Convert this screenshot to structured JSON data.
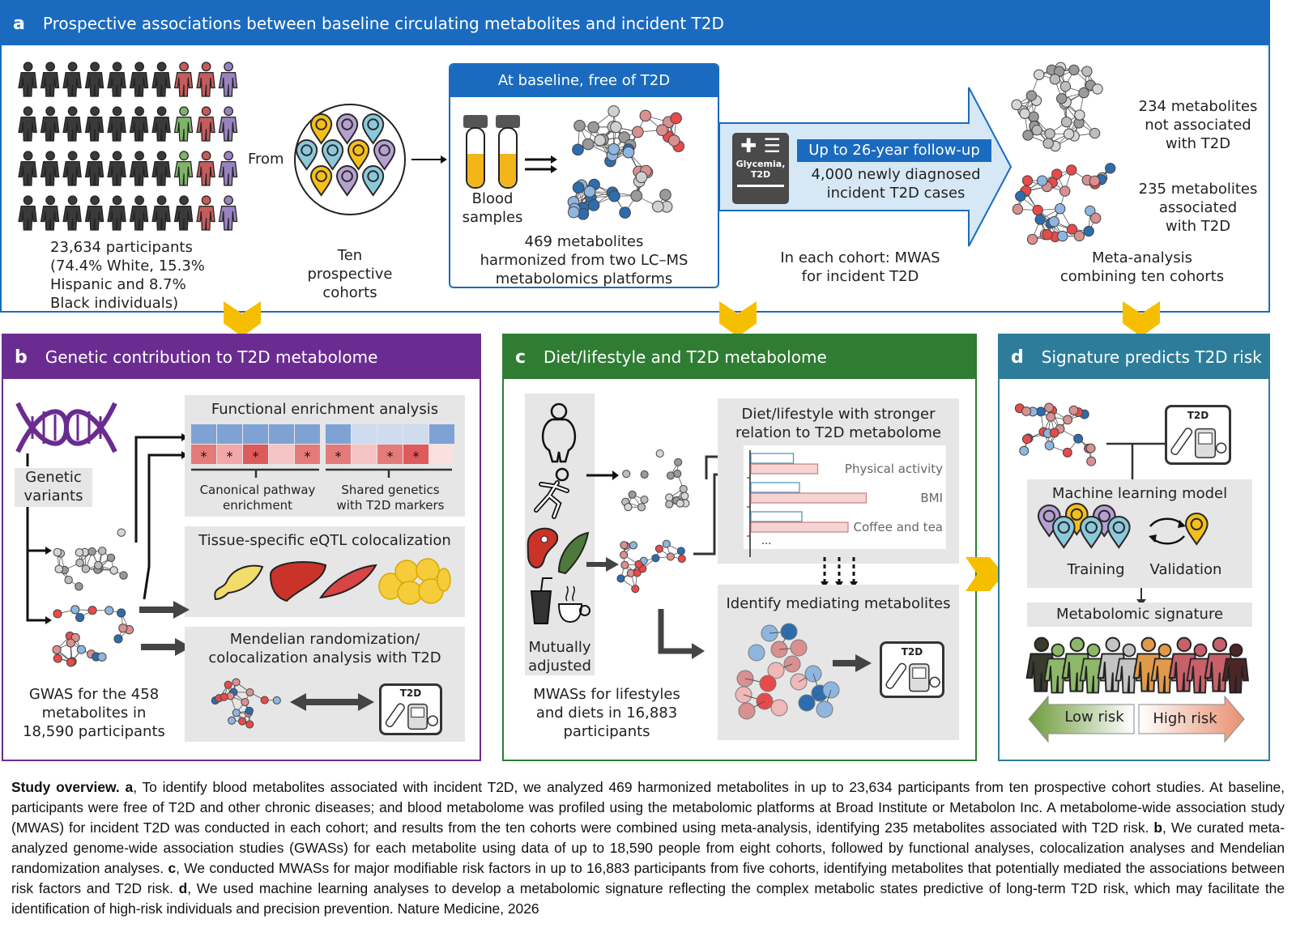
{
  "panel_a": {
    "letter": "a",
    "title": "Prospective associations between baseline circulating metabolites and incident T2D",
    "color": "#1a6bbf",
    "participants": [
      "23,634 participants",
      "(74.4% White, 15.3%",
      "Hispanic and 8.7%",
      "Black individuals)"
    ],
    "from_label": "From",
    "cohorts_label": [
      "Ten prospective",
      "cohorts"
    ],
    "baseline_title": "At baseline, free of T2D",
    "blood_label": [
      "Blood",
      "samples"
    ],
    "metabolites_label": [
      "469 metabolites",
      "harmonized from two LC–MS",
      "metabolomics platforms"
    ],
    "glycemia_label": [
      "Glycemia,",
      "T2D"
    ],
    "followup_title": "Up to 26-year follow-up",
    "followup_cases": [
      "4,000 newly diagnosed",
      "incident T2D cases"
    ],
    "mwas_label": [
      "In each cohort: MWAS",
      "for incident T2D"
    ],
    "not_assoc": [
      "234 metabolites",
      "not associated",
      "with T2D"
    ],
    "assoc": [
      "235 metabolites",
      "associated",
      "with T2D"
    ],
    "meta_label": [
      "Meta-analysis",
      "combining ten cohorts"
    ]
  },
  "panel_b": {
    "letter": "b",
    "title": "Genetic contribution to T2D metabolome",
    "color": "#6a2c91",
    "genetic_variants": [
      "Genetic",
      "variants"
    ],
    "functional_title": "Functional enrichment analysis",
    "canonical": [
      "Canonical pathway",
      "enrichment"
    ],
    "shared": [
      "Shared genetics",
      "with T2D markers"
    ],
    "eqtl_title": "Tissue-specific eQTL colocalization",
    "tissues": [
      "pancreas-icon",
      "liver-icon",
      "muscle-icon",
      "adipose-icon"
    ],
    "mr_title": [
      "Mendelian randomization/",
      "colocalization analysis with T2D"
    ],
    "gwas_label": [
      "GWAS for the 458",
      "metabolites in",
      "18,590 participants"
    ],
    "t2d_label": "T2D",
    "star": "*"
  },
  "panel_c": {
    "letter": "c",
    "title": "Diet/lifestyle and T2D metabolome",
    "color": "#2e7d32",
    "mutually": [
      "Mutually",
      "adjusted"
    ],
    "mwas_label": [
      "MWASs for lifestyles",
      "and diets in 16,883",
      "participants"
    ],
    "stronger_title": [
      "Diet/lifestyle with stronger",
      "relation to T2D metabolome"
    ],
    "bars": [
      {
        "label": "Physical activity",
        "blue": 0.35,
        "red": 0.55
      },
      {
        "label": "BMI",
        "blue": 0.4,
        "red": 0.95
      },
      {
        "label": "Coffee and tea",
        "blue": 0.42,
        "red": 0.8
      }
    ],
    "ellipsis": "...",
    "mediating_title": "Identify mediating metabolites",
    "t2d_label": "T2D"
  },
  "panel_d": {
    "letter": "d",
    "title": "Signature predicts T2D risk",
    "color": "#2d7d9a",
    "t2d_label": "T2D",
    "ml_title": "Machine learning model",
    "training": "Training",
    "validation": "Validation",
    "signature": "Metabolomic signature",
    "low_risk": "Low risk",
    "high_risk": "High risk"
  },
  "caption": {
    "lead": "Study overview.",
    "a_letter": "a",
    "a_text": ", To identify blood metabolites associated with incident T2D, we analyzed 469 harmonized metabolites in up to 23,634 participants from ten prospective cohort studies. At baseline, participants were free of T2D and other chronic diseases; and blood metabolome was profiled using the metabolomic platforms at Broad Institute or Metabolon Inc. A metabolome-wide association study (MWAS) for incident T2D was conducted in each cohort; and results from the ten cohorts were combined using meta-analysis, identifying 235 metabolites associated with T2D risk. ",
    "b_letter": "b",
    "b_text": ", We curated meta-analyzed genome-wide association studies (GWASs) for each metabolite using data of up to 18,590 people from eight cohorts, followed by functional analyses, colocalization analyses and Mendelian randomization analyses. ",
    "c_letter": "c",
    "c_text": ", We conducted MWASs for major modifiable risk factors in up to 16,883 participants from five cohorts, identifying metabolites that potentially mediated the associations between risk factors and T2D risk. ",
    "d_letter": "d",
    "d_text": ", We used machine learning analyses to develop a metabolomic signature reflecting the complex metabolic states predictive of long-term T2D risk, which may facilitate the identification of high-risk individuals and precision prevention. Nature Medicine, 2026"
  }
}
